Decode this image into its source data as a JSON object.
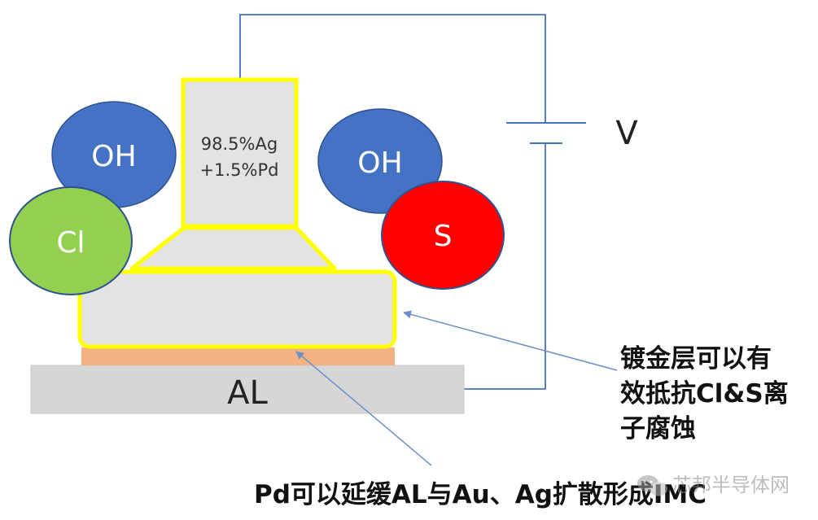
{
  "labels": {
    "wire_composition_line1": "98.5%Ag",
    "wire_composition_line2": "+1.5%Pd",
    "substrate": "AL",
    "voltage": "V",
    "ion_oh_left": "OH",
    "ion_cl": "Cl",
    "ion_oh_right": "OH",
    "ion_s": "S",
    "note_right_line1": "镀金层可以有",
    "note_right_line2": "效抵抗Cl&S离",
    "note_right_line3": "子腐蚀",
    "note_bottom": "Pd可以延缓AL与Au、Ag扩散形成IMC",
    "watermark": "芯邦半导体网"
  },
  "colors": {
    "oh_ion": "#4472c4",
    "cl_ion": "#92d050",
    "s_ion": "#ff0000",
    "wire_fill": "#e3e3e3",
    "wire_outline": "#ffff00",
    "substrate": "#d6d6d6",
    "interface_layer": "#f4b183",
    "circuit_wire": "#4472c4",
    "arrow": "#6f8fc9"
  }
}
